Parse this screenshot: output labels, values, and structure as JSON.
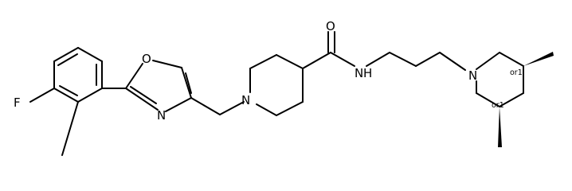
{
  "structure": {
    "atoms": {
      "fluorine": "F",
      "oxazole_oxygen": "O",
      "oxazole_nitrogen": "N",
      "piperidine_nitrogen": "N",
      "carbonyl_oxygen": "O",
      "amide_nitrogen": "N",
      "amide_hydrogen": "H",
      "dimethylpiperidine_nitrogen": "N"
    },
    "stereo_labels": {
      "upper_center": "or1",
      "lower_center": "or1"
    }
  }
}
